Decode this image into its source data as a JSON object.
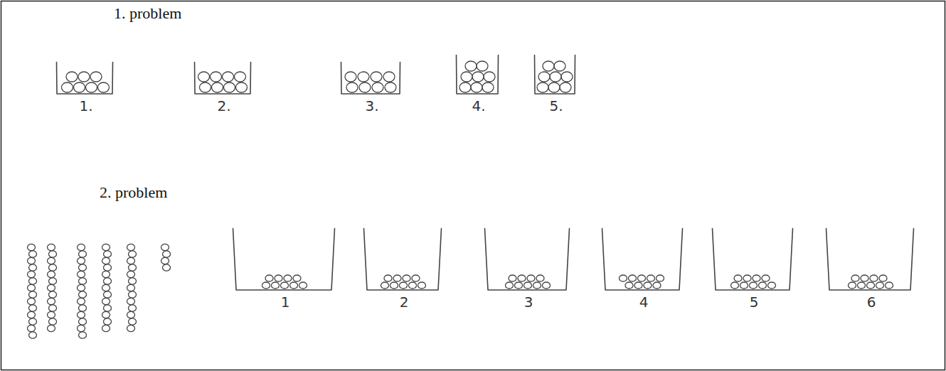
{
  "diagram": {
    "nodes": [
      {
        "text": [
          "1."
        ]
      },
      {
        "text": [
          "2."
        ]
      },
      {
        "text": [
          "3."
        ]
      },
      {
        "text": [
          "4."
        ]
      },
      {
        "text": [
          "5."
        ]
      },
      {
        "text": [
          "1"
        ]
      },
      {
        "text": [
          "2"
        ]
      },
      {
        "text": [
          "3"
        ]
      },
      {
        "text": [
          "4"
        ]
      },
      {
        "text": [
          "5"
        ]
      },
      {
        "text": [
          "6"
        ]
      }
    ],
    "labels": [
      "1. problem",
      "2. problem"
    ]
  }
}
